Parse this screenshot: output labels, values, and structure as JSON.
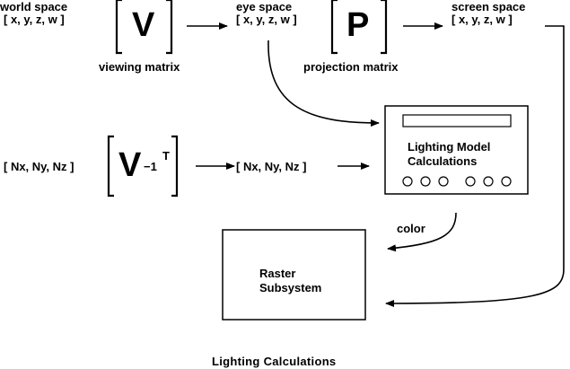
{
  "world": {
    "label": "world space",
    "vector": "[ x, y, z, w ]"
  },
  "eye": {
    "label": "eye space",
    "vector": "[ x, y, z, w ]"
  },
  "screen": {
    "label": "screen space",
    "vector": "[ x, y, z, w ]"
  },
  "viewing": {
    "symbol": "V",
    "caption": "viewing matrix"
  },
  "projection": {
    "symbol": "P",
    "caption": "projection matrix"
  },
  "normal": {
    "input": "[ Nx, Ny, Nz ]",
    "symbol": "V",
    "inverse": "−1",
    "transpose": "T",
    "output": "[ Nx, Ny, Nz ]"
  },
  "lighting_model": {
    "line1": "Lighting Model",
    "line2": "Calculations"
  },
  "color_label": "color",
  "raster": {
    "line1": "Raster",
    "line2": "Subsystem"
  },
  "title": "Lighting Calculations"
}
